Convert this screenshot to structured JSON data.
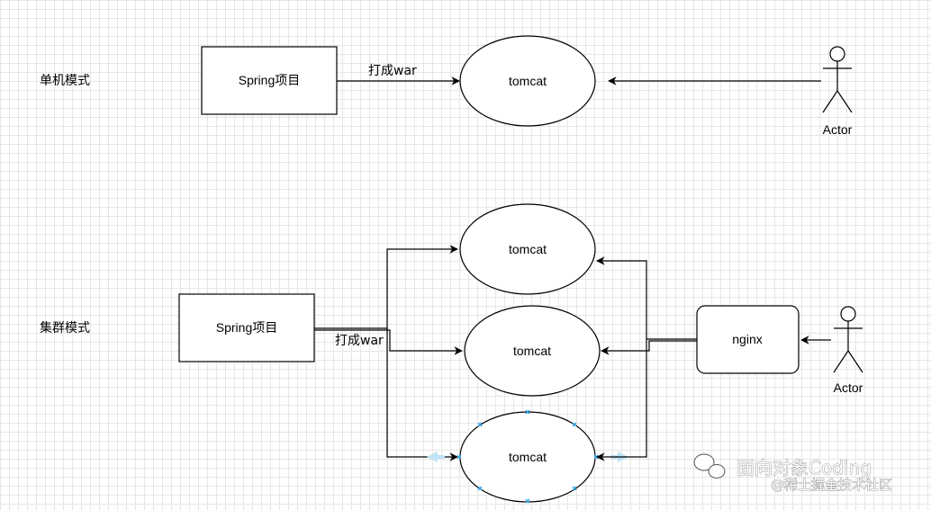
{
  "single_mode": {
    "label": "单机模式",
    "spring_box": "Spring项目",
    "edge_label": "打成war",
    "tomcat": "tomcat",
    "actor": "Actor"
  },
  "cluster_mode": {
    "label": "集群模式",
    "spring_box": "Spring项目",
    "edge_label": "打成war",
    "tomcats": [
      "tomcat",
      "tomcat",
      "tomcat"
    ],
    "nginx": "nginx",
    "actor": "Actor"
  },
  "watermark": {
    "line1": "面向对象Coding",
    "line2": "@稀土掘金技术社区"
  }
}
